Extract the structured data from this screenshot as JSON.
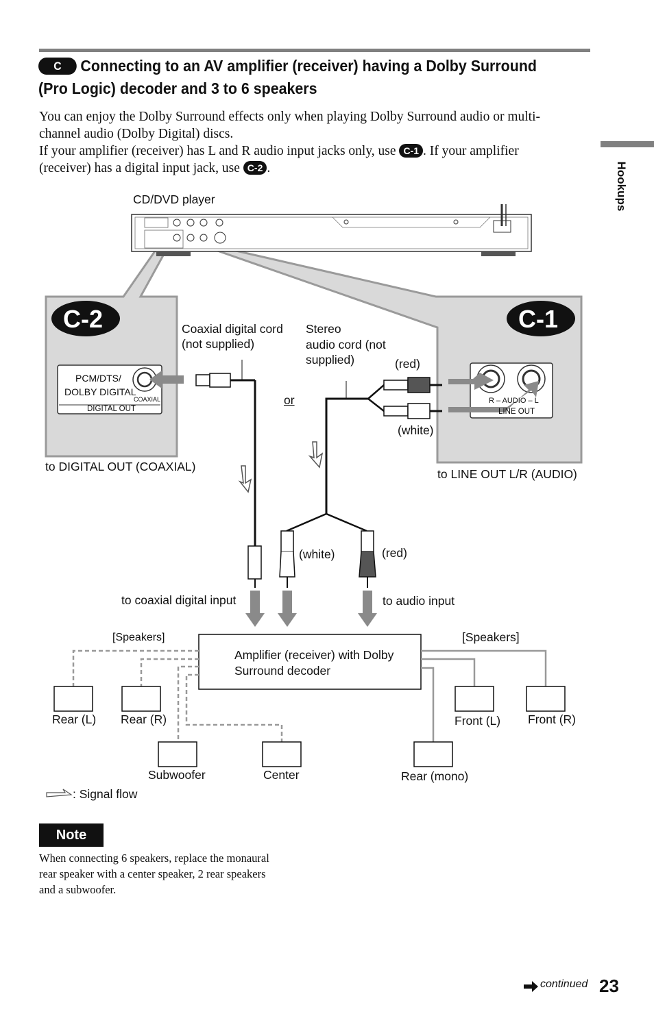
{
  "header": {
    "badge": "C",
    "title": "Connecting to an AV amplifier (receiver) having a Dolby Surround (Pro Logic) decoder and 3 to 6 speakers"
  },
  "intro": {
    "line1": "You can enjoy the Dolby Surround effects only when playing Dolby Surround audio or multi-",
    "line2": "channel audio (Dolby Digital) discs.",
    "line3a": "If your amplifier (receiver) has L and R audio input jacks only, use",
    "badge_c1": "C-1",
    "line3b": ". If your amplifier",
    "line4a": "(receiver) has a digital input jack, use",
    "badge_c2": "C-2",
    "line4b": "."
  },
  "side_tab": "Hookups",
  "diagram": {
    "player_label": "CD/DVD player",
    "c2_badge": "C-2",
    "c1_badge": "C-1",
    "coaxial_cord_1": "Coaxial digital cord",
    "coaxial_cord_2": "(not supplied)",
    "stereo_cord_1": "Stereo",
    "stereo_cord_2": "audio cord (not",
    "stereo_cord_3": "supplied)",
    "red_top": "(red)",
    "white_top": "(white)",
    "or": "or",
    "pcm_1": "PCM/DTS/",
    "pcm_2": "DOLBY DIGITAL",
    "coaxial_small": "COAXIAL",
    "digital_out": "DIGITAL OUT",
    "audio_jack": "R – AUDIO – L",
    "line_out": "LINE OUT",
    "to_digital_out": "to DIGITAL OUT (COAXIAL)",
    "to_line_out": "to LINE OUT L/R (AUDIO)",
    "white_bottom": "(white)",
    "red_bottom": "(red)",
    "to_coaxial_input": "to coaxial digital input",
    "to_audio_input": "to audio input",
    "speakers_left": "[Speakers]",
    "speakers_right": "[Speakers]",
    "amp_1": "Amplifier (receiver) with Dolby",
    "amp_2": "Surround decoder",
    "rear_l": "Rear (L)",
    "rear_r": "Rear (R)",
    "subwoofer": "Subwoofer",
    "center": "Center",
    "front_l": "Front (L)",
    "front_r": "Front (R)",
    "rear_mono": "Rear (mono)",
    "signal_flow": ": Signal flow"
  },
  "note": {
    "heading": "Note",
    "line1": "When connecting 6 speakers, replace the monaural",
    "line2": "rear speaker with a center speaker, 2 rear speakers",
    "line3": "and a subwoofer."
  },
  "footer": {
    "continued": "continued",
    "page_number": "23"
  }
}
